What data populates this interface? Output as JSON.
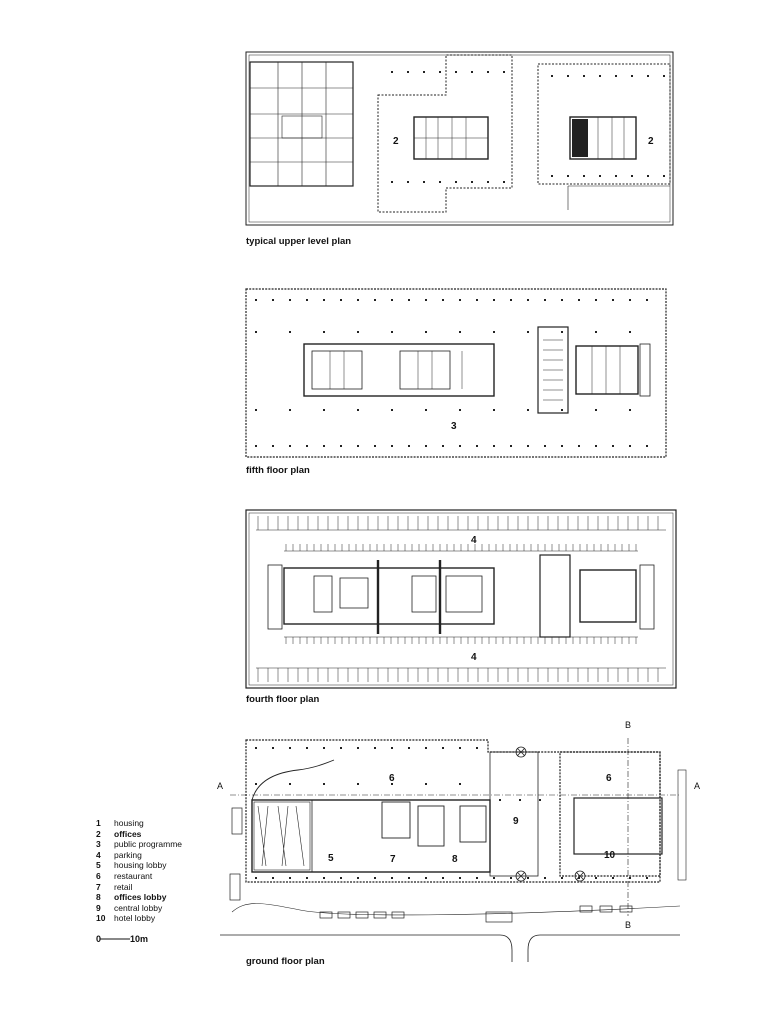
{
  "captions": {
    "upper": "typical upper level plan",
    "fifth": "fifth floor plan",
    "fourth": "fourth floor plan",
    "ground": "ground floor plan"
  },
  "plan_labels": {
    "upper_left": "2",
    "upper_right": "2",
    "fifth": "3",
    "fourth_top": "4",
    "fourth_bottom": "4",
    "ground_6a": "6",
    "ground_6b": "6",
    "ground_5": "5",
    "ground_7": "7",
    "ground_8": "8",
    "ground_9": "9",
    "ground_10": "10"
  },
  "section_marks": {
    "a_left": "A",
    "a_right": "A",
    "b_top": "B",
    "b_bottom": "B"
  },
  "legend": [
    {
      "n": "1",
      "label": "housing"
    },
    {
      "n": "2",
      "label": "offices"
    },
    {
      "n": "3",
      "label": "public programme"
    },
    {
      "n": "4",
      "label": "parking"
    },
    {
      "n": "5",
      "label": "housing lobby"
    },
    {
      "n": "6",
      "label": "restaurant"
    },
    {
      "n": "7",
      "label": "retail"
    },
    {
      "n": "8",
      "label": "offices lobby"
    },
    {
      "n": "9",
      "label": "central lobby"
    },
    {
      "n": "10",
      "label": "hotel lobby"
    }
  ],
  "scale": {
    "zero": "0",
    "ten": "10m"
  }
}
